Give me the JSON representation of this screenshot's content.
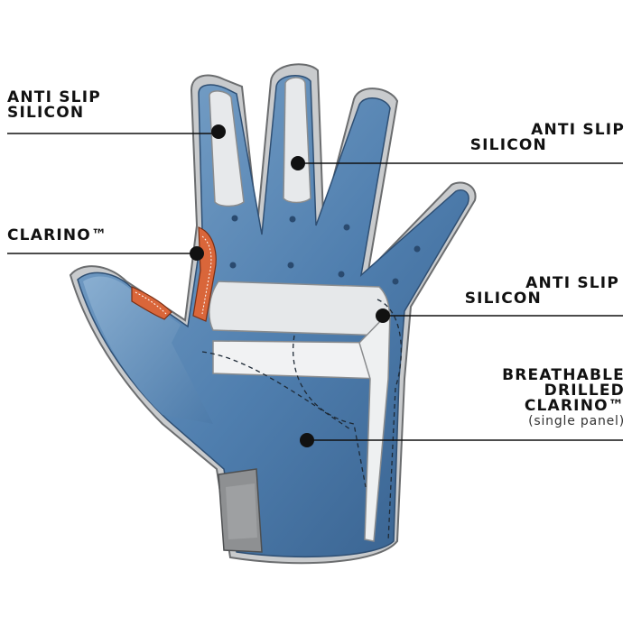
{
  "colors": {
    "glove_blue": "#4a78a8",
    "glove_blue_light": "#7fa7cc",
    "silicon_pad": "#e6e8ea",
    "outline_grey": "#c7c9cb",
    "clarino_orange": "#d9663a",
    "cuff_grey": "#8e9092",
    "leader_line": "#111111"
  },
  "labels": {
    "anti_slip_left": [
      "ANTI SLIP",
      "SILICON"
    ],
    "anti_slip_right_top": [
      "ANTI SLIP",
      "SILICON"
    ],
    "clarino": [
      "CLARINO™"
    ],
    "anti_slip_right_mid": [
      "ANTI SLIP",
      "SILICON"
    ],
    "breathable": [
      "BREATHABLE",
      "DRILLED",
      "CLARINO™"
    ],
    "breathable_note": "(single panel)"
  }
}
